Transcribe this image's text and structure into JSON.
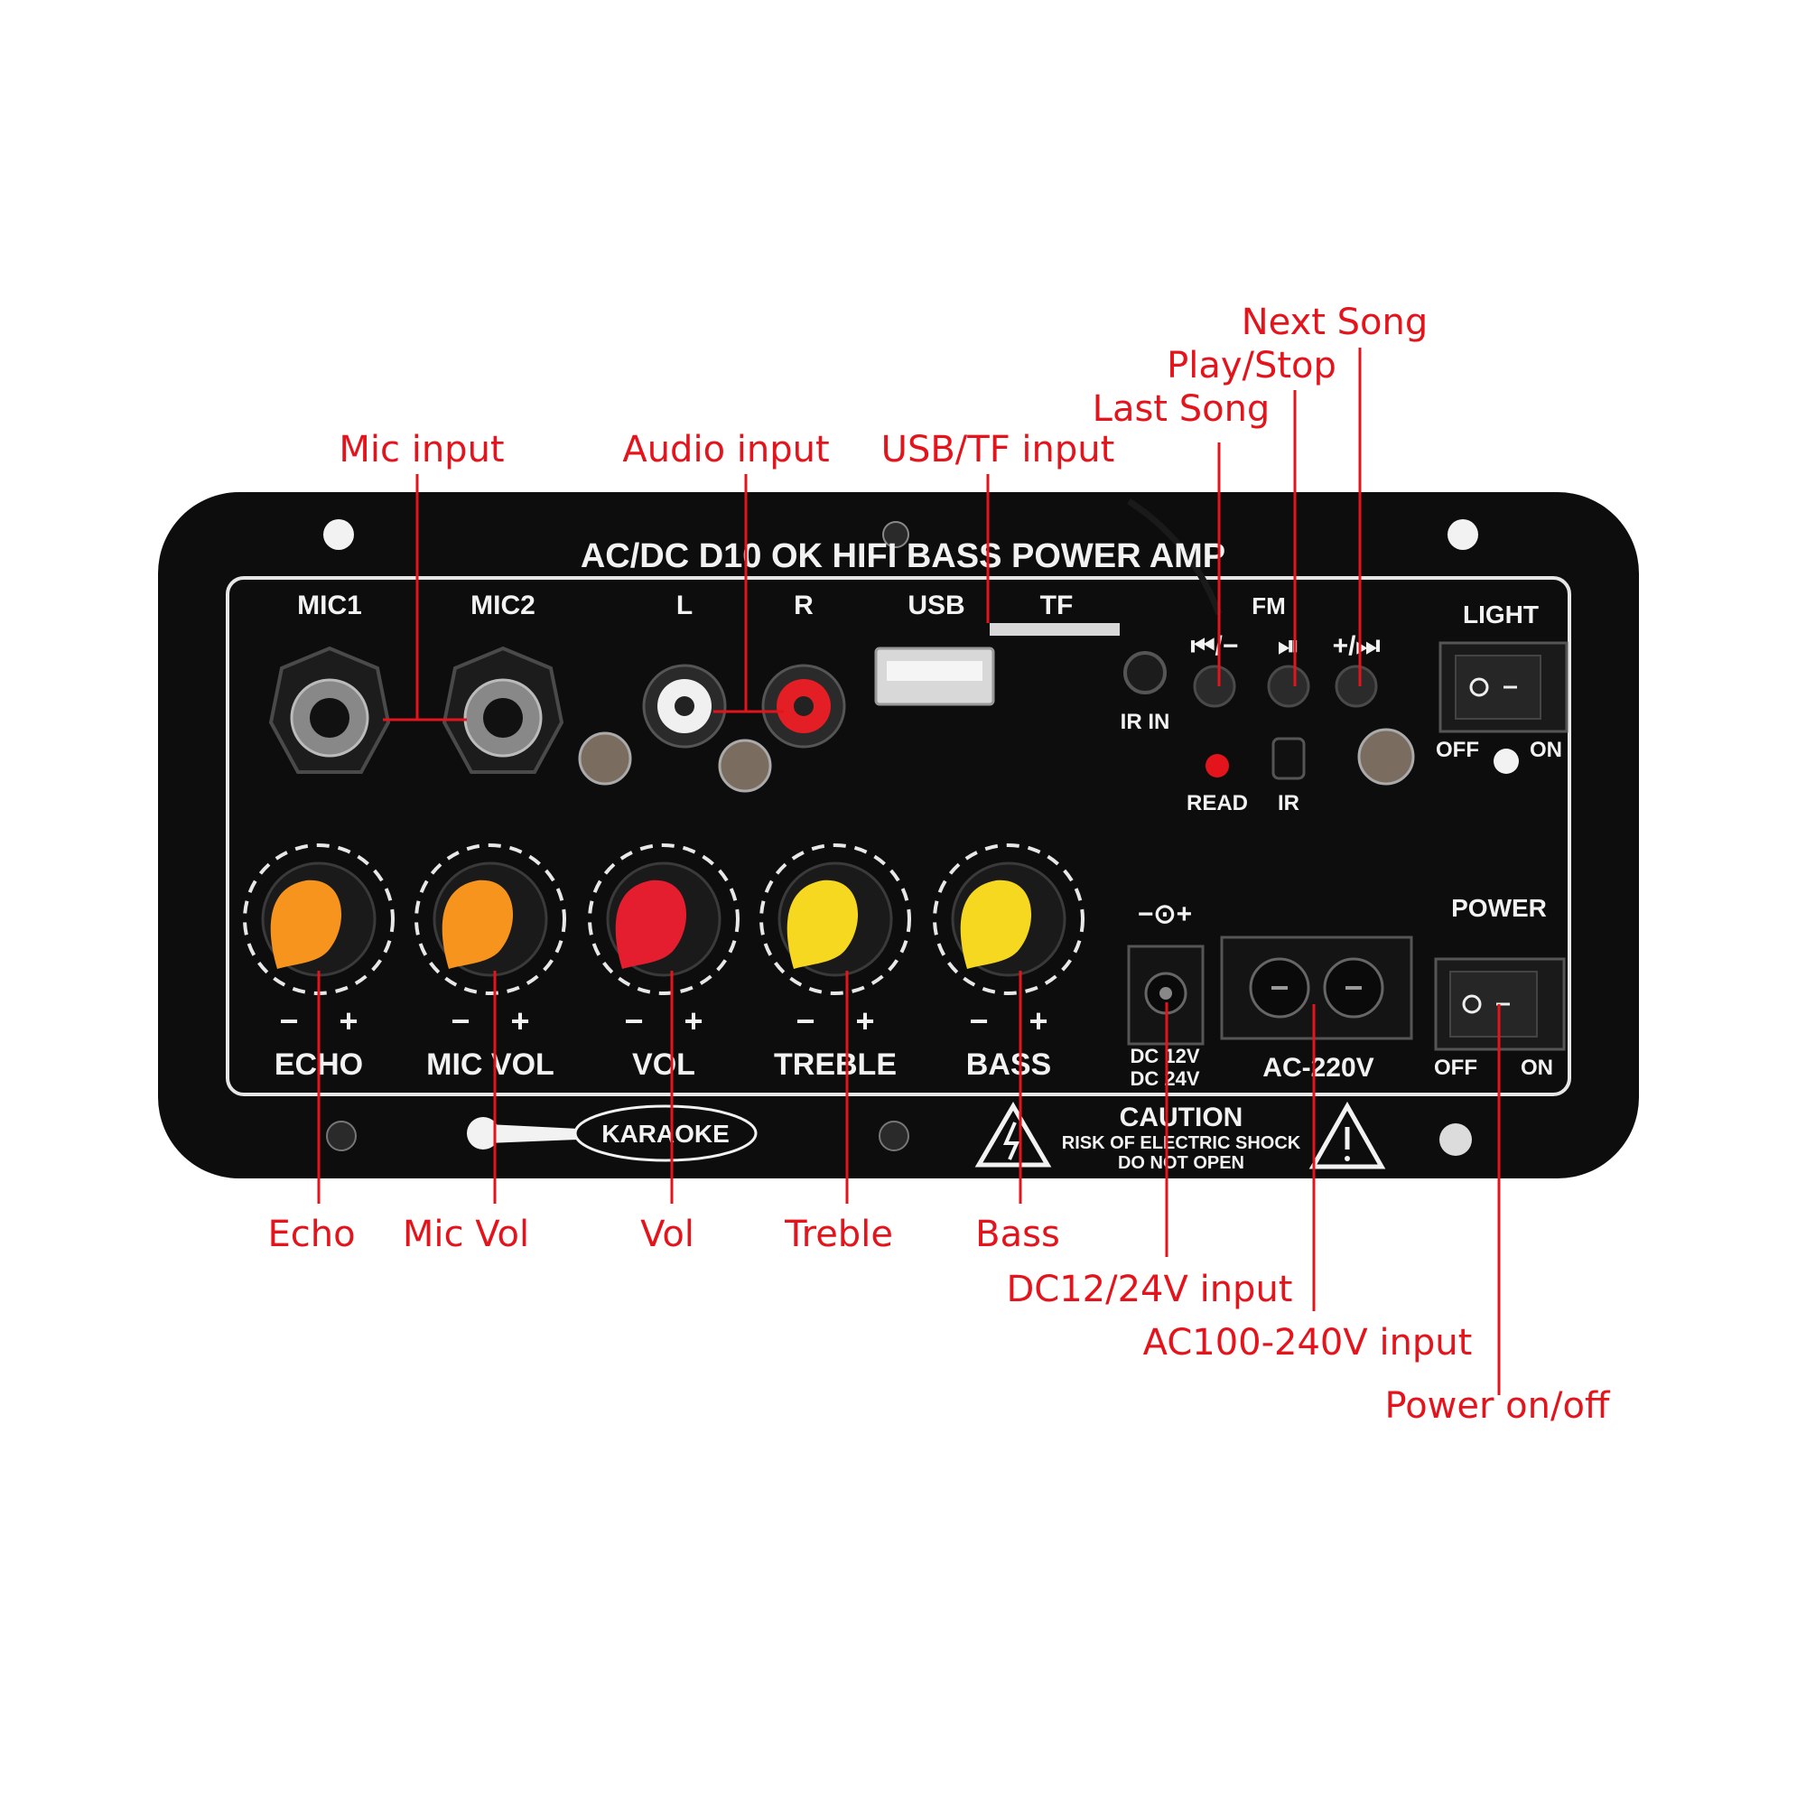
{
  "panel": {
    "title": "AC/DC  D10 OK  HIFI    BASS  POWER  AMP",
    "top_labels": {
      "mic1": "MIC1",
      "mic2": "MIC2",
      "l": "L",
      "r": "R",
      "usb": "USB",
      "tf": "TF",
      "fm": "FM",
      "prev": "⏮/−",
      "play": "⏯",
      "next": "+/⏭",
      "ir_in": "IR IN",
      "read": "READ",
      "ir": "IR",
      "light": "LIGHT",
      "light_off": "OFF",
      "light_on": "ON",
      "power": "POWER",
      "power_off": "OFF",
      "power_on": "ON",
      "dc_symbol": "−⊙+",
      "dc_rating_1": "DC 12V",
      "dc_rating_2": "DC 24V",
      "ac_rating": "AC-220V"
    },
    "knobs": [
      {
        "label": "ECHO",
        "minus": "−",
        "plus": "+",
        "color": "#f7941d"
      },
      {
        "label": "MIC VOL",
        "minus": "−",
        "plus": "+",
        "color": "#f7941d"
      },
      {
        "label": "VOL",
        "minus": "−",
        "plus": "+",
        "color": "#e41e2f"
      },
      {
        "label": "TREBLE",
        "minus": "−",
        "plus": "+",
        "color": "#f6d820"
      },
      {
        "label": "BASS",
        "minus": "−",
        "plus": "+",
        "color": "#f6d820"
      }
    ],
    "karaoke": "KARAOKE",
    "caution": {
      "title": "CAUTION",
      "line1": "RISK OF ELECTRIC SHOCK",
      "line2": "DO NOT OPEN"
    }
  },
  "callouts": {
    "mic_input": "Mic input",
    "audio_input": "Audio input",
    "usb_tf_input": "USB/TF input",
    "last_song": "Last Song",
    "play_stop": "Play/Stop",
    "next_song": "Next Song",
    "echo": "Echo",
    "mic_vol": "Mic Vol",
    "vol": "Vol",
    "treble": "Treble",
    "bass": "Bass",
    "dc_input": "DC12/24V input",
    "ac_input": "AC100-240V input",
    "power_onoff": "Power on/off"
  },
  "colors": {
    "callout": "#e3141b",
    "panel": "#0d0d0d",
    "panel_text": "#f2f2f2"
  }
}
